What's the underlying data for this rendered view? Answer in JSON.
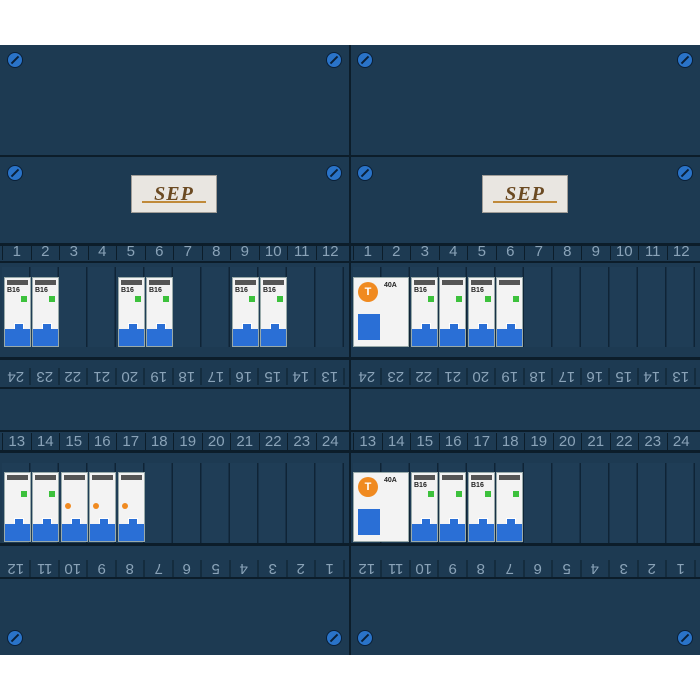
{
  "logo": {
    "text": "SEP"
  },
  "strips": {
    "top_left": [
      "1",
      "2",
      "3",
      "4",
      "5",
      "6",
      "7",
      "8",
      "9",
      "10",
      "11",
      "12"
    ],
    "top_right": [
      "1",
      "2",
      "3",
      "4",
      "5",
      "6",
      "7",
      "8",
      "9",
      "10",
      "11",
      "12"
    ],
    "mid_top_left": [
      "24",
      "23",
      "22",
      "21",
      "20",
      "19",
      "18",
      "17",
      "16",
      "15",
      "14",
      "13"
    ],
    "mid_top_right": [
      "24",
      "23",
      "22",
      "21",
      "20",
      "19",
      "18",
      "17",
      "16",
      "15",
      "14",
      "13"
    ],
    "mid_bottom_left": [
      "13",
      "14",
      "15",
      "16",
      "17",
      "18",
      "19",
      "20",
      "21",
      "22",
      "23",
      "24"
    ],
    "mid_bottom_right": [
      "13",
      "14",
      "15",
      "16",
      "17",
      "18",
      "19",
      "20",
      "21",
      "22",
      "23",
      "24"
    ],
    "bottom_left": [
      "12",
      "11",
      "10",
      "9",
      "8",
      "7",
      "6",
      "5",
      "4",
      "3",
      "2",
      "1"
    ],
    "bottom_right": [
      "12",
      "11",
      "10",
      "9",
      "8",
      "7",
      "6",
      "5",
      "4",
      "3",
      "2",
      "1"
    ]
  },
  "breakers": {
    "label": "B16",
    "main_switch_label": "40A",
    "main_switch_letter": "T"
  },
  "colors": {
    "panel": "#1d3a52",
    "breaker_blue": "#2a6fd6",
    "rcd_orange": "#f08a20"
  }
}
